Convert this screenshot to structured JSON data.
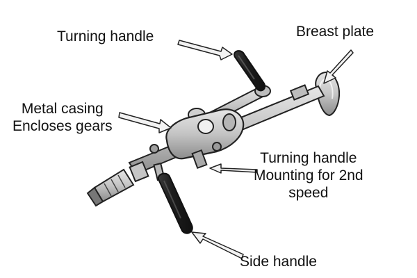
{
  "labels": {
    "turning_handle_top": "Turning handle",
    "breast_plate": "Breast plate",
    "metal_casing": [
      "Metal casing",
      "Encloses gears"
    ],
    "turning_handle_mount": [
      "Turning handle",
      "Mounting for 2nd",
      "speed"
    ],
    "side_handle": "Side handle"
  },
  "colors": {
    "metal": "#c9c9c9",
    "metal_dark": "#8f8f8f",
    "handle": "#2b2b2b",
    "outline": "#222222",
    "arrow_fill": "#f2f2f2"
  }
}
